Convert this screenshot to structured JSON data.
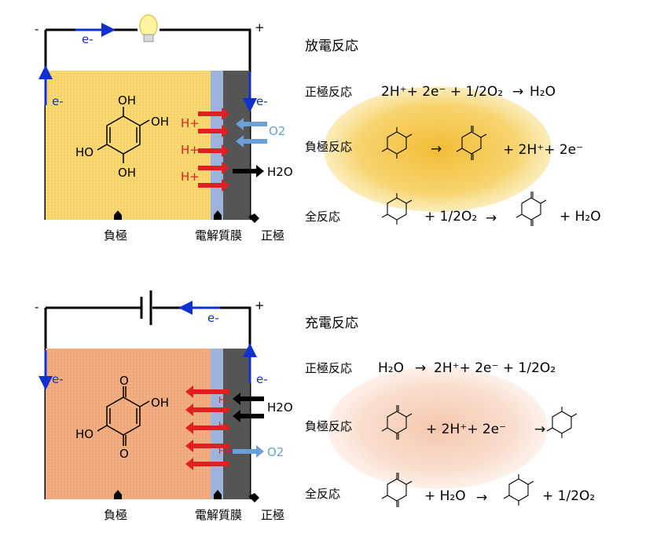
{
  "discharge": {
    "title": "放電反応",
    "sign_minus": "-",
    "sign_plus": "+",
    "electron_top": "e-",
    "electron_left": "e-",
    "electron_right": "e-",
    "h_ion": "H+",
    "oxygen": "O2",
    "water": "H2O",
    "electrode_negative": "負極",
    "membrane": "電解質膜",
    "electrode_positive": "正極",
    "molecule_oh": "OH",
    "molecule_ho": "HO",
    "row1_label": "正極反応",
    "row1_eq_left": "2H⁺+ 2e⁻ + 1/2O₂",
    "row1_eq_right": "H₂O",
    "row2_label": "負極反応",
    "row2_eq": "+ 2H⁺+ 2e⁻",
    "row3_label": "全反応",
    "row3_mid": "+ 1/2O₂",
    "row3_right": "+ H₂O",
    "cell_color": "#f6d66b",
    "glow_color": "#f3c64c"
  },
  "charge": {
    "title": "充電反応",
    "sign_minus": "-",
    "sign_plus": "+",
    "electron_top": "e-",
    "electron_left": "e-",
    "electron_right": "e-",
    "h_ion": "H+",
    "oxygen": "O2",
    "water": "H2O",
    "electrode_negative": "負極",
    "membrane": "電解質膜",
    "electrode_positive": "正極",
    "molecule_oh": "OH",
    "molecule_ho": "HO",
    "row1_label": "正極反応",
    "row1_eq_left": "H₂O",
    "row1_eq_right": "2H⁺+ 2e⁻ + 1/2O₂",
    "row2_label": "負極反応",
    "row2_eq": "+ 2H⁺+ 2e⁻",
    "row3_label": "全反応",
    "row3_mid": "+ H₂O",
    "row3_right": "+ 1/2O₂",
    "cell_color": "#f0a97a",
    "glow_color": "#f7d7c4"
  },
  "colors": {
    "membrane": "#9db3dc",
    "electrode": "#555555",
    "h_arrow": "#e02020",
    "e_arrow": "#1030d0",
    "o2_arrow": "#6a9fd8",
    "h2o_arrow": "#000000"
  }
}
